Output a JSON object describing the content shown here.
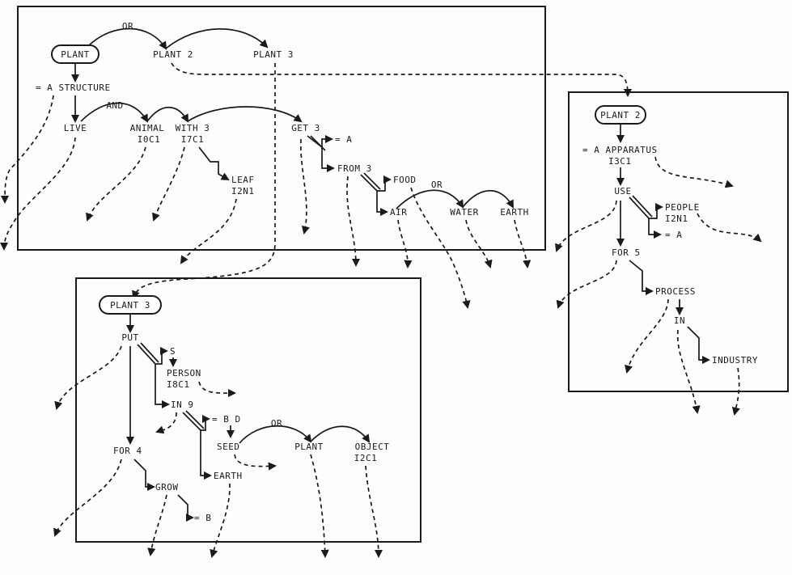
{
  "box1": {
    "root": "PLANT",
    "or": "OR",
    "plant2": "PLANT 2",
    "plant3": "PLANT 3",
    "structure": "= A STRUCTURE",
    "and": "AND",
    "live": "LIVE",
    "animal": "ANIMAL",
    "animal_code": "I0C1",
    "with3": "WITH 3",
    "with3_code": "I7C1",
    "get3": "GET 3",
    "eq_a": "= A",
    "leaf": "LEAF",
    "leaf_code": "I2N1",
    "from3": "FROM 3",
    "food": "FOOD",
    "or2": "OR",
    "air": "AIR",
    "water": "WATER",
    "earth": "EARTH"
  },
  "box2": {
    "root": "PLANT 2",
    "apparatus": "= A APPARATUS",
    "apparatus_code": "I3C1",
    "use": "USE",
    "people": "PEOPLE",
    "people_code": "I2N1",
    "eq_a": "= A",
    "for5": "FOR 5",
    "process": "PROCESS",
    "in": "IN",
    "industry": "INDUSTRY"
  },
  "box3": {
    "root": "PLANT 3",
    "put": "PUT",
    "s": "S",
    "person": "PERSON",
    "person_code": "I8C1",
    "in9": "IN 9",
    "eq_bd": "= B D",
    "or": "OR",
    "seed": "SEED",
    "plant": "PLANT",
    "object": "OBJECT",
    "object_code": "I2C1",
    "earth": "EARTH",
    "for4": "FOR 4",
    "grow": "GROW",
    "eq_b": "= B"
  }
}
